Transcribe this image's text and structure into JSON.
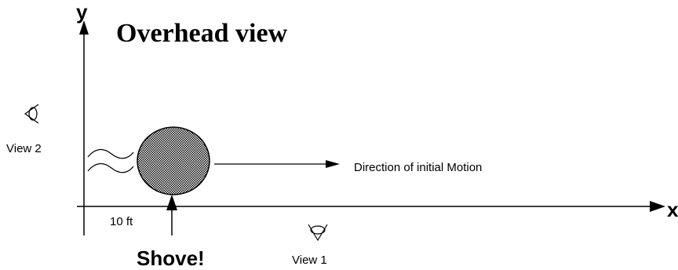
{
  "diagram": {
    "title": "Overhead view",
    "axes": {
      "x_label": "x",
      "y_label": "y"
    },
    "labels": {
      "view2": "View 2",
      "view1": "View 1",
      "distance": "10  ft",
      "motion": "Direction  of  initial  Motion",
      "shove": "Shove!"
    },
    "icons": {
      "view2_eye": "eye-left-icon",
      "view1_eye": "eye-down-icon"
    },
    "colors": {
      "ink": "#000000",
      "background": "#ffffff"
    }
  }
}
